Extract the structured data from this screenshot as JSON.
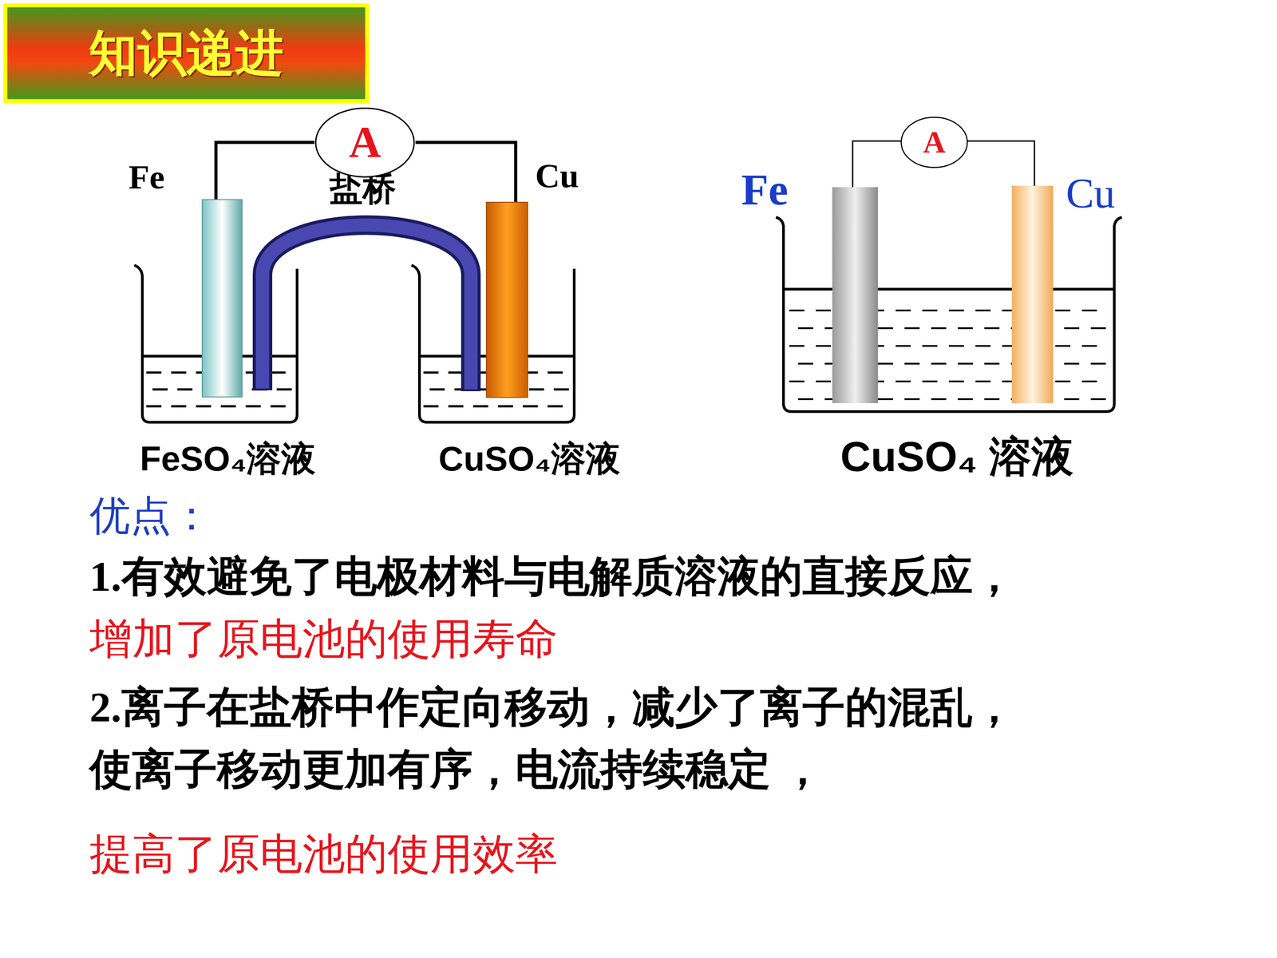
{
  "diagram": {
    "title": "知识递进",
    "nodes": [
      {
        "text": [
          "A"
        ]
      },
      {
        "text": [
          "A"
        ]
      }
    ],
    "labels": [
      "Fe",
      "盐桥",
      "Cu",
      "FeSO₄溶液",
      "CuSO₄溶液",
      "Fe",
      "Cu",
      "CuSO₄ 溶液",
      "优点：",
      "1.有效避免了电极材料与电解质溶液的直接反应，",
      "增加了原电池的使用寿命",
      "2.离子在盐桥中作定向移动，减少了离子的混乱， 使离子移动更加有序，电流持续稳定 ，",
      "提高了原电池的使用效率"
    ]
  }
}
